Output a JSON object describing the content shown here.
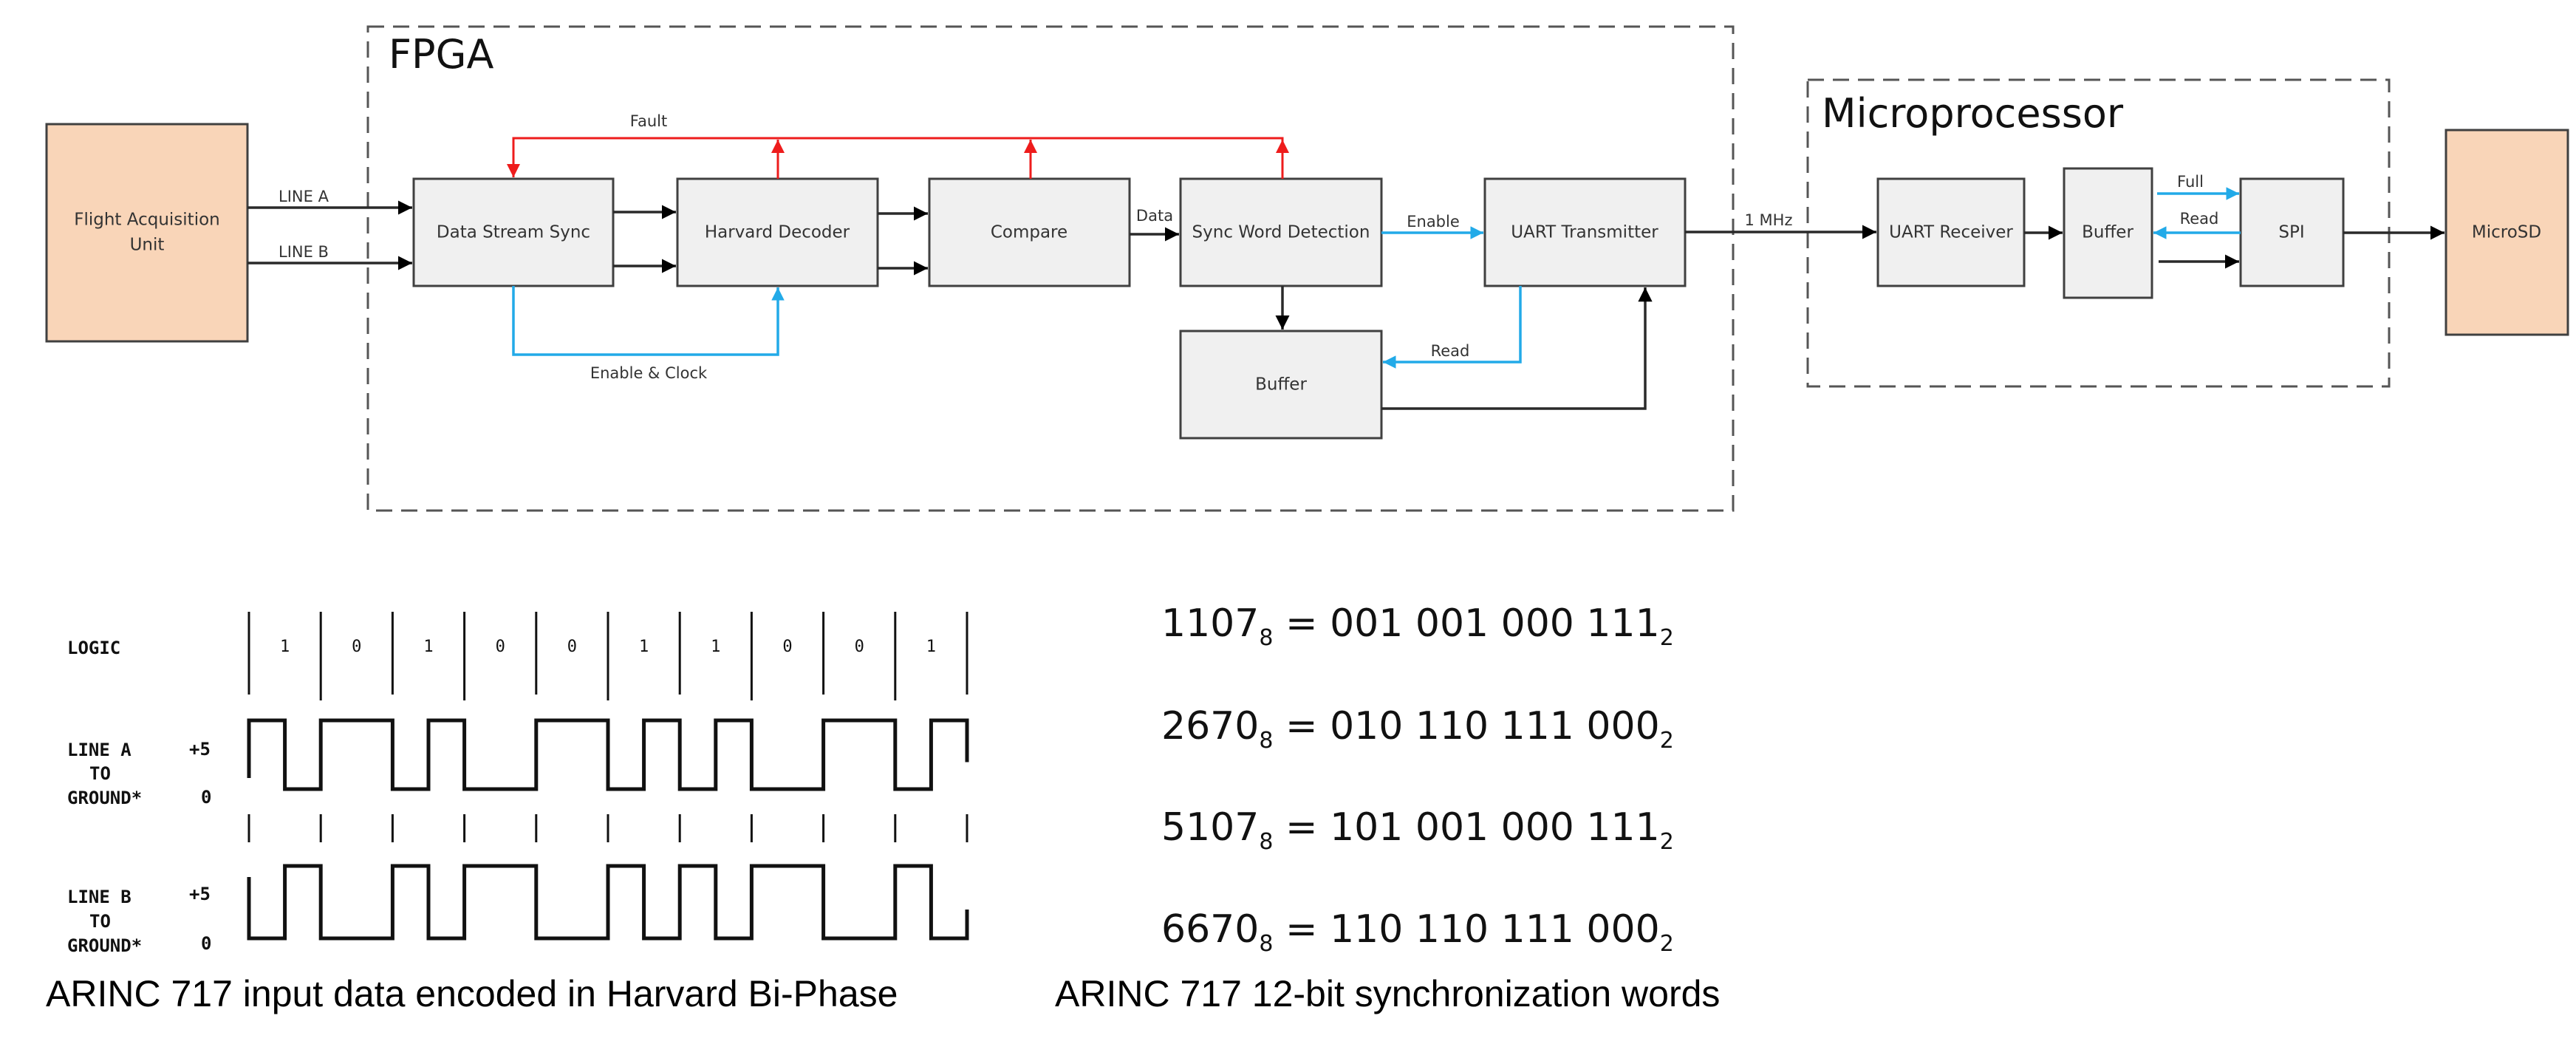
{
  "diagram": {
    "groups": {
      "fpga": "FPGA",
      "microprocessor": "Microprocessor"
    },
    "external": {
      "flight_acquisition_unit": [
        "Flight Acquisition",
        "Unit"
      ],
      "microsd": "MicroSD"
    },
    "fpga_blocks": {
      "data_stream_sync": "Data Stream Sync",
      "harvard_decoder": "Harvard Decoder",
      "compare": "Compare",
      "sync_word_detection": "Sync Word Detection",
      "uart_transmitter": "UART Transmitter",
      "buffer": "Buffer"
    },
    "micro_blocks": {
      "uart_receiver": "UART Receiver",
      "buffer": "Buffer",
      "spi": "SPI"
    },
    "edge_labels": {
      "line_a": "LINE A",
      "line_b": "LINE B",
      "fault": "Fault",
      "enable_clock": "Enable & Clock",
      "data": "Data",
      "enable": "Enable",
      "read_fpga": "Read",
      "link_rate": "1 MHz",
      "full": "Full",
      "read_micro": "Read"
    },
    "colors": {
      "fault": "#ee1c1c",
      "control": "#22aae8",
      "external_fill": "#f9d5b8",
      "block_fill": "#f0f0f0"
    }
  },
  "timing": {
    "row_labels": {
      "logic": "LOGIC",
      "line_a": [
        "LINE A",
        "TO",
        "GROUND*"
      ],
      "line_b": [
        "LINE B",
        "TO",
        "GROUND*"
      ],
      "high": "+5",
      "low": "0"
    },
    "bits": [
      "1",
      "0",
      "1",
      "0",
      "0",
      "1",
      "1",
      "0",
      "0",
      "1"
    ],
    "caption": "ARINC 717 input data encoded in Harvard Bi-Phase"
  },
  "sync_words": {
    "items": [
      {
        "octal": "1107",
        "octal_base": "8",
        "binary": "001 001 000 111",
        "binary_base": "2"
      },
      {
        "octal": "2670",
        "octal_base": "8",
        "binary": "010 110 111 000",
        "binary_base": "2"
      },
      {
        "octal": "5107",
        "octal_base": "8",
        "binary": "101 001 000 111",
        "binary_base": "2"
      },
      {
        "octal": "6670",
        "octal_base": "8",
        "binary": "110 110 111 000",
        "binary_base": "2"
      }
    ],
    "caption": "ARINC 717 12-bit synchronization words"
  }
}
